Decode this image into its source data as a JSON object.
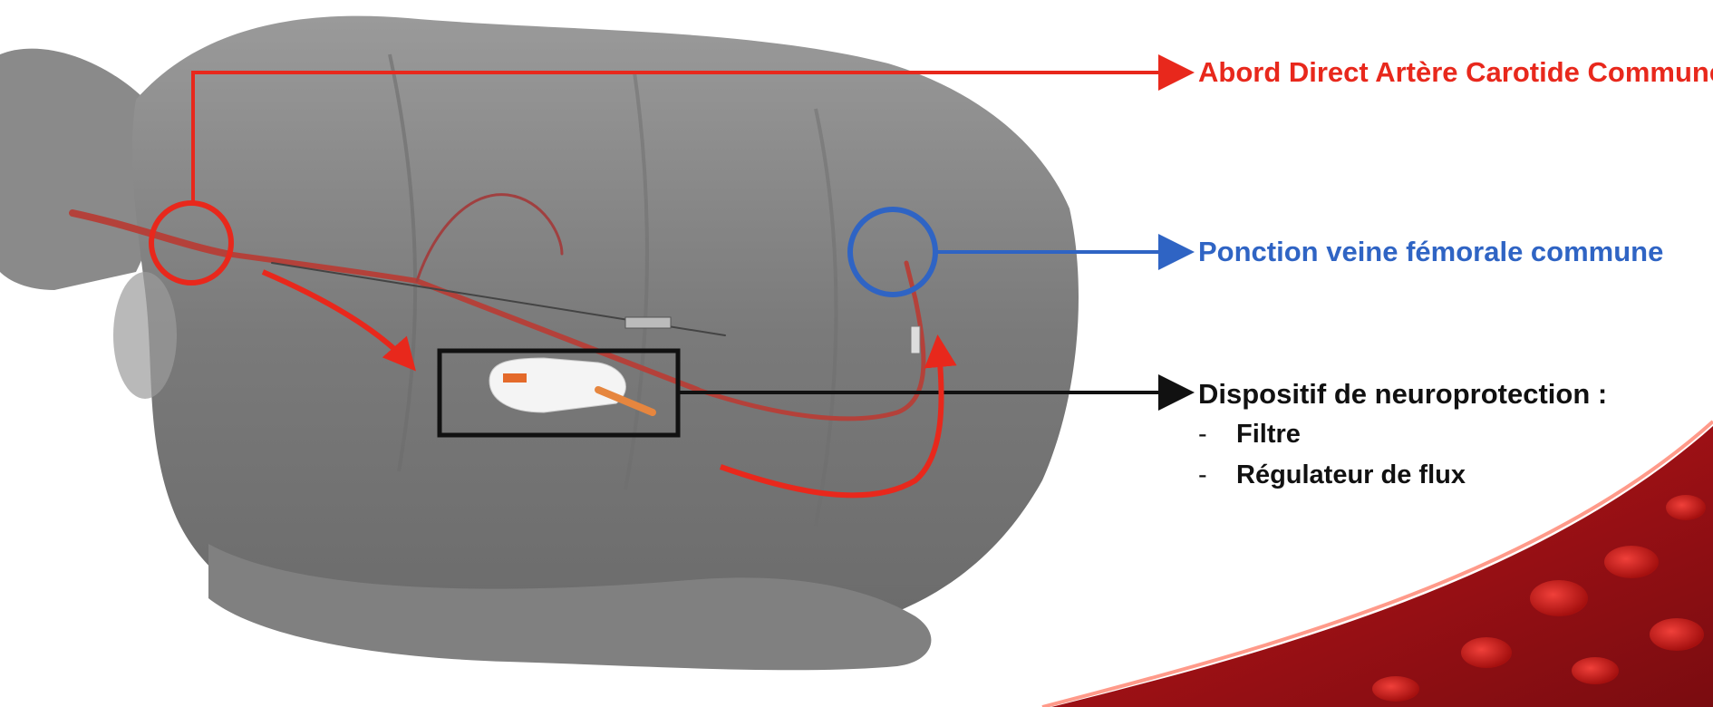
{
  "colors": {
    "red": "#e8281c",
    "blue": "#2f64c4",
    "black": "#111111",
    "body_gray": "#7d7d7d",
    "catheter": "#b4413a"
  },
  "annotations": {
    "carotid": {
      "text": "Abord Direct Artère Carotide Commune",
      "color": "#e8281c",
      "marker": "red-circle"
    },
    "femoral": {
      "text": "Ponction veine  fémorale commune",
      "color": "#2f64c4",
      "marker": "blue-circle"
    },
    "device": {
      "text": "Dispositif de neuroprotection :",
      "color": "#111111",
      "marker": "black-rectangle",
      "items": [
        {
          "dash": "-",
          "text": "Filtre"
        },
        {
          "dash": "-",
          "text": "Régulateur de flux"
        }
      ]
    }
  },
  "illustration": {
    "subject": "patient-body-with-catheter-circuit",
    "decoration": "blood-vessel-with-red-cells"
  }
}
